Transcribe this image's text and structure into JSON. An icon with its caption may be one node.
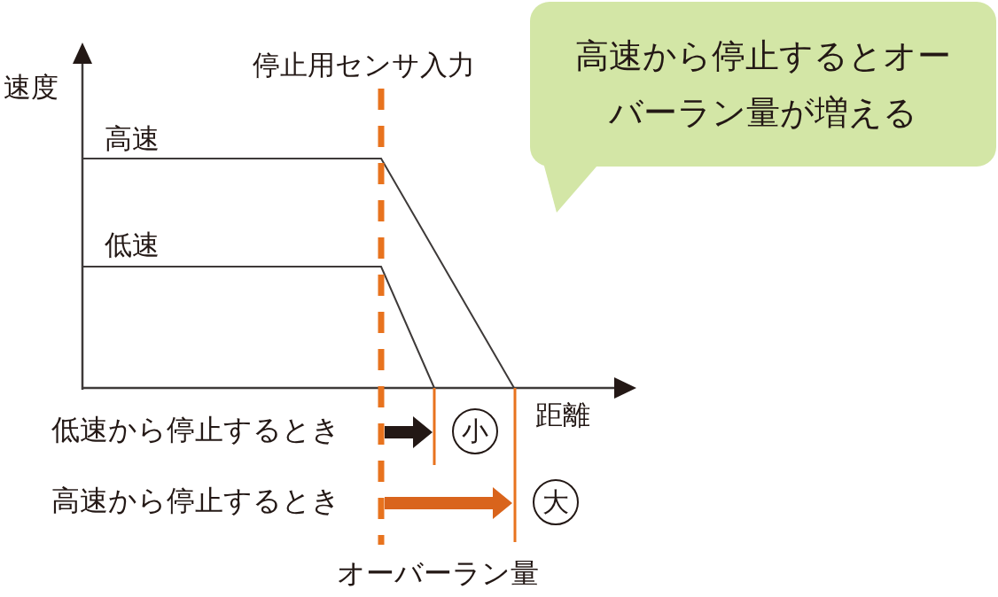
{
  "diagram": {
    "nodes": [
      {
        "text": [
          "高速から停止するとオーバーラン量が増える"
        ]
      },
      {
        "text": [
          "小"
        ]
      },
      {
        "text": [
          "大"
        ]
      }
    ],
    "labels": [
      "停止用センサ入力",
      "速度",
      "高速",
      "低速",
      "距離",
      "低速から停止するとき",
      "高速から停止するとき",
      "オーバーラン量"
    ]
  }
}
